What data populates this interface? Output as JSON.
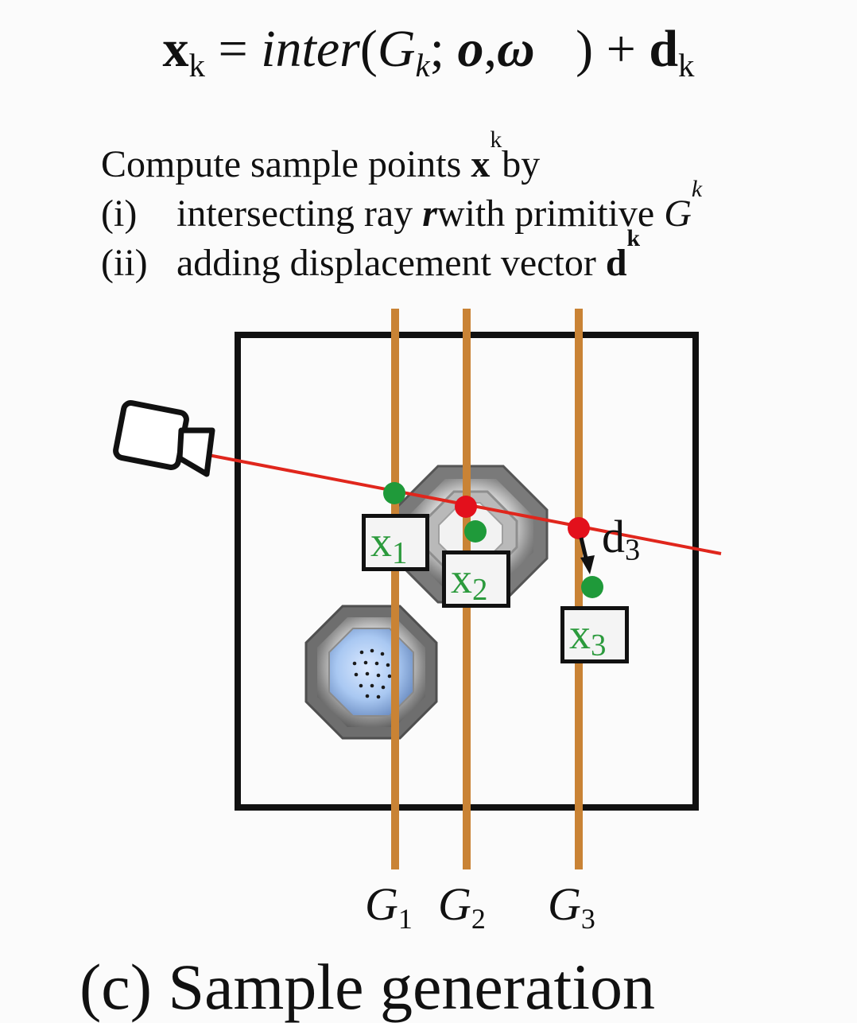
{
  "equation": {
    "lhs": "x",
    "lhs_sub": "k",
    "equals": " = ",
    "func": "inter",
    "open": "(",
    "g": "G",
    "g_sub": "k",
    "sep": "; ",
    "o": "o",
    "comma": ",",
    "omega": "ω⃗",
    "close": ")",
    "plus": " + ",
    "d": "d",
    "d_sub": "k"
  },
  "description": {
    "line1": {
      "text": "Compute sample points ",
      "var": "x",
      "var_sub": "k",
      "tail": " by"
    },
    "line2": {
      "marker": "(i)",
      "text": "intersecting ray ",
      "ray": "r",
      "mid": " with primitive ",
      "g": "G",
      "g_sub": "k"
    },
    "line3": {
      "marker": "(ii)",
      "text": "adding displacement vector ",
      "d": "d",
      "d_sub": "k"
    }
  },
  "samples": [
    {
      "base": "x",
      "sub": "1"
    },
    {
      "base": "x",
      "sub": "2"
    },
    {
      "base": "x",
      "sub": "3"
    }
  ],
  "displacement": {
    "base": "d",
    "sub": "3"
  },
  "primitives": [
    {
      "base": "G",
      "sub": "1"
    },
    {
      "base": "G",
      "sub": "2"
    },
    {
      "base": "G",
      "sub": "3"
    }
  ],
  "caption": "(c) Sample generation",
  "colors": {
    "ray": "#e0261c",
    "primitive_line": "#c98335",
    "intersection_point": "#e3101c",
    "sample_point": "#1f9a3a",
    "sample_label": "#2b9a3c",
    "frame": "#111111"
  },
  "icons": [
    "camera-icon",
    "octagon-object",
    "octagon-object-blue"
  ]
}
